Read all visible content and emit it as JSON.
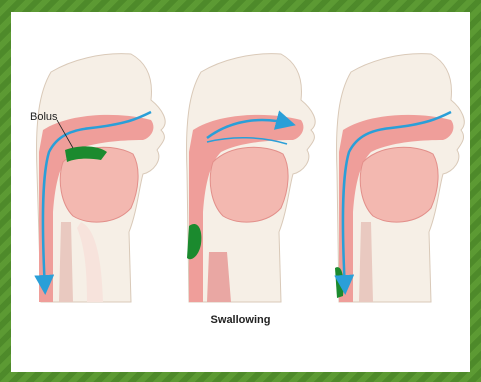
{
  "figure": {
    "label": "Bolus",
    "caption": "Swallowing",
    "stages": [
      "stage-1",
      "stage-2",
      "stage-3"
    ],
    "colors": {
      "frame": "#4e8a2a",
      "tissue": "#f3b8b0",
      "tissue_dark": "#e28f8a",
      "skin": "#f6efe6",
      "bolus": "#1b8a2e",
      "arrow": "#2a9fd8"
    }
  }
}
